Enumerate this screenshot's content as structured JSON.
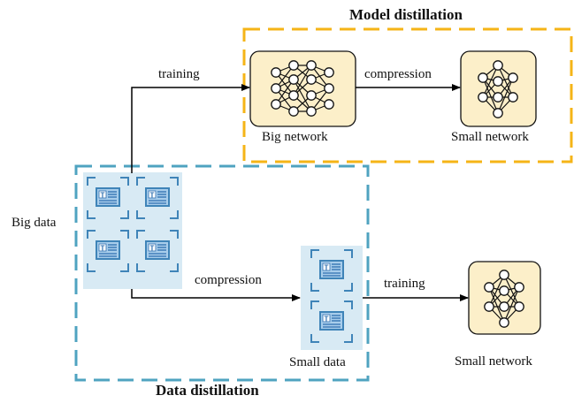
{
  "titles": {
    "model_distillation": "Model distillation",
    "data_distillation": "Data distillation"
  },
  "labels": {
    "big_data": "Big data",
    "small_data": "Small data",
    "big_network": "Big network",
    "small_network_top": "Small network",
    "small_network_bottom": "Small network"
  },
  "edges": {
    "training_top": "training",
    "compression_top": "compression",
    "compression_bottom": "compression",
    "training_bottom": "training"
  },
  "colors": {
    "model_box_border": "#F5B417",
    "data_box_border": "#4FA3C0",
    "network_fill": "#FCEFC9",
    "data_tile_bg": "#D8EAF4",
    "document_icon": "#2E6FB0"
  },
  "icons": {
    "network": "neural-network-icon",
    "data": "document-icon"
  }
}
